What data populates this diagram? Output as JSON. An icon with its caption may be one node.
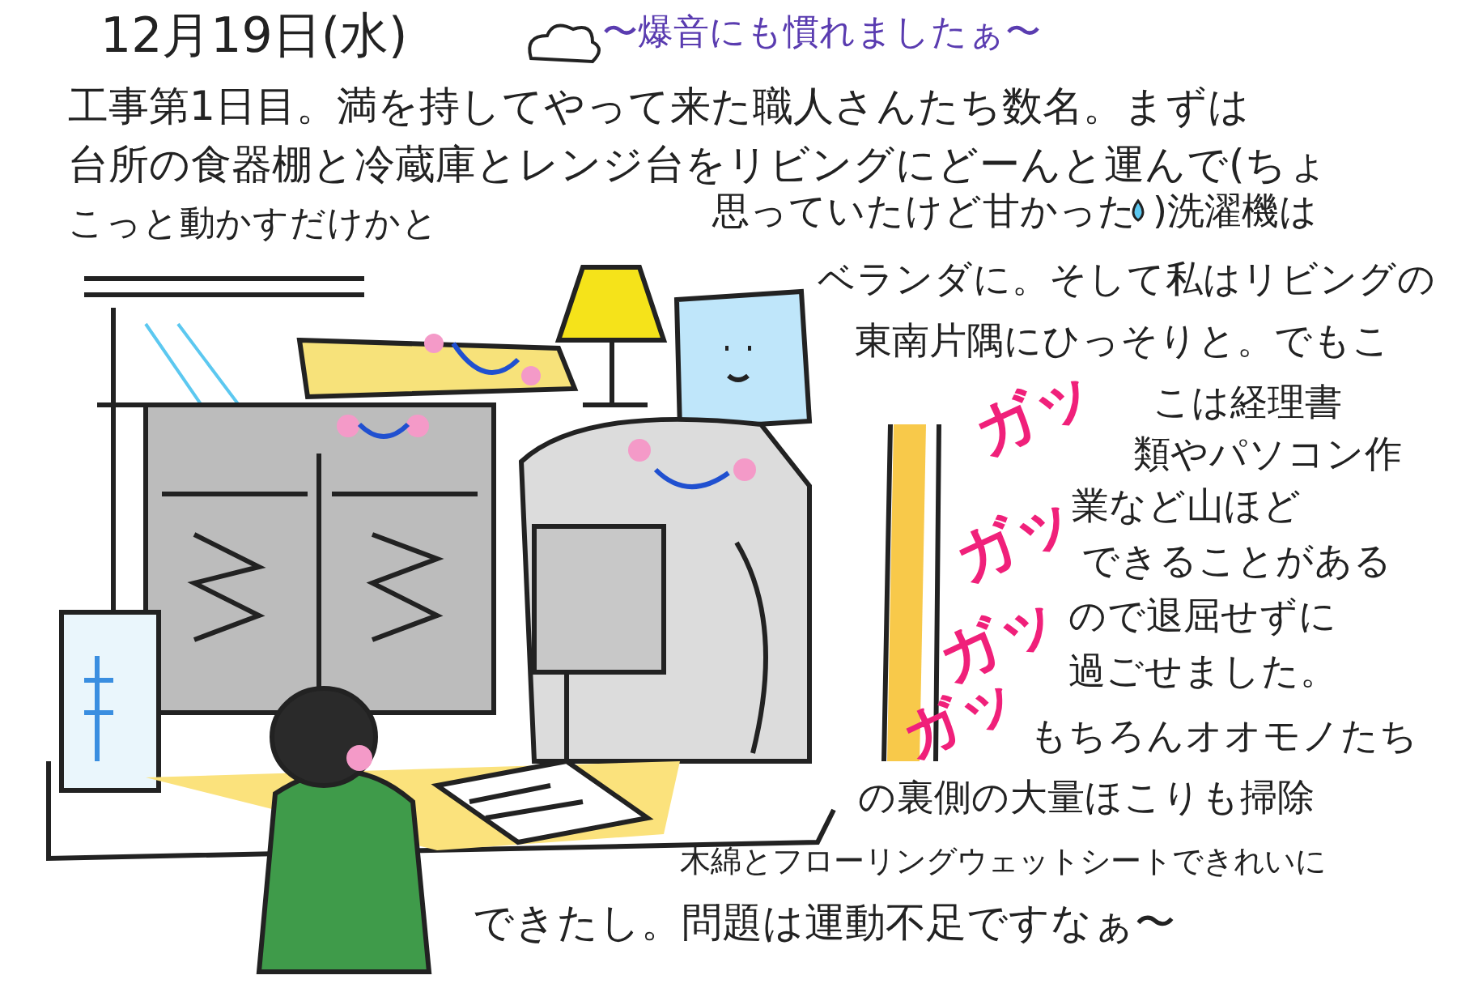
{
  "diagram": {
    "title": "12月19日(水)",
    "labels": [
      "〜爆音にも慣れましたぁ〜",
      "工事第1日目。満を持してやって来た職人さんたち数名。まずは",
      "台所の食器棚と冷蔵庫とレンジ台をリビングにどーんと運んで(ちょ",
      "こっと動かすだけかと",
      "思っていたけど甘かった",
      ")洗濯機は",
      "ベランダに。そして私はリビングの",
      "東南片隅にひっそりと。でもこ",
      "こは経理書",
      "類やパソコン作",
      "業など山ほど",
      "できることがある",
      "ので退屈せずに",
      "過ごせました。",
      "もちろんオオモノたち",
      "の裏側の大量ほこりも掃除",
      "木綿とフローリングウェットシートできれいに",
      "できたし。問題は運動不足ですなぁ〜",
      "ガッ",
      "ガッ",
      "ガッ",
      "ガッ"
    ]
  }
}
